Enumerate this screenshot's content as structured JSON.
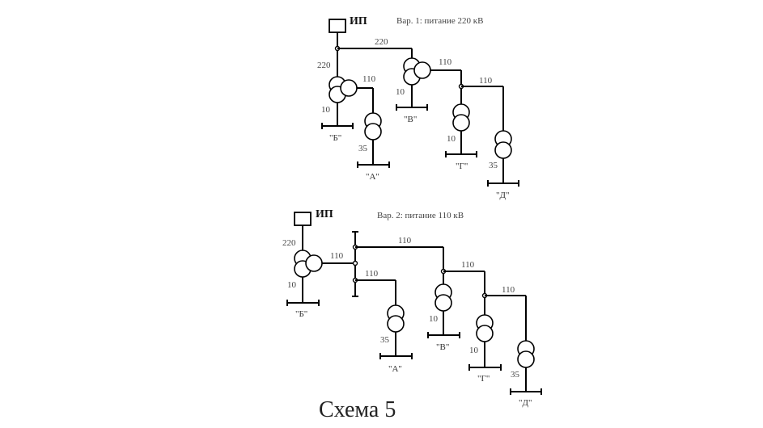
{
  "variant1": {
    "title": "Вар. 1: питание 220 кВ",
    "source_label": "ИП",
    "line_220": "220",
    "sub_b": {
      "hv": "220",
      "mv": "110",
      "lv": "10",
      "name": "\"Б\""
    },
    "line_b_a": "110",
    "sub_a": {
      "lv": "35",
      "name": "\"А\""
    },
    "sub_v": {
      "lv": "10",
      "name": "\"В\""
    },
    "line_v_g": "110",
    "sub_g": {
      "lv": "10",
      "name": "\"Г\""
    },
    "line_g_d": "110",
    "sub_d": {
      "lv": "35",
      "name": "\"Д\""
    }
  },
  "variant2": {
    "title": "Вар. 2: питание 110 кВ",
    "source_label": "ИП",
    "sub_b": {
      "hv": "220",
      "mv": "110",
      "lv": "10",
      "name": "\"Б\""
    },
    "line_bus_v": "110",
    "line_bus_a": "110",
    "sub_a": {
      "lv": "35",
      "name": "\"А\""
    },
    "sub_v": {
      "lv": "10",
      "name": "\"В\""
    },
    "line_v_g": "110",
    "sub_g": {
      "lv": "10",
      "name": "\"Г\""
    },
    "line_g_d": "110",
    "sub_d": {
      "lv": "35",
      "name": "\"Д\""
    }
  },
  "caption": "Схема 5"
}
